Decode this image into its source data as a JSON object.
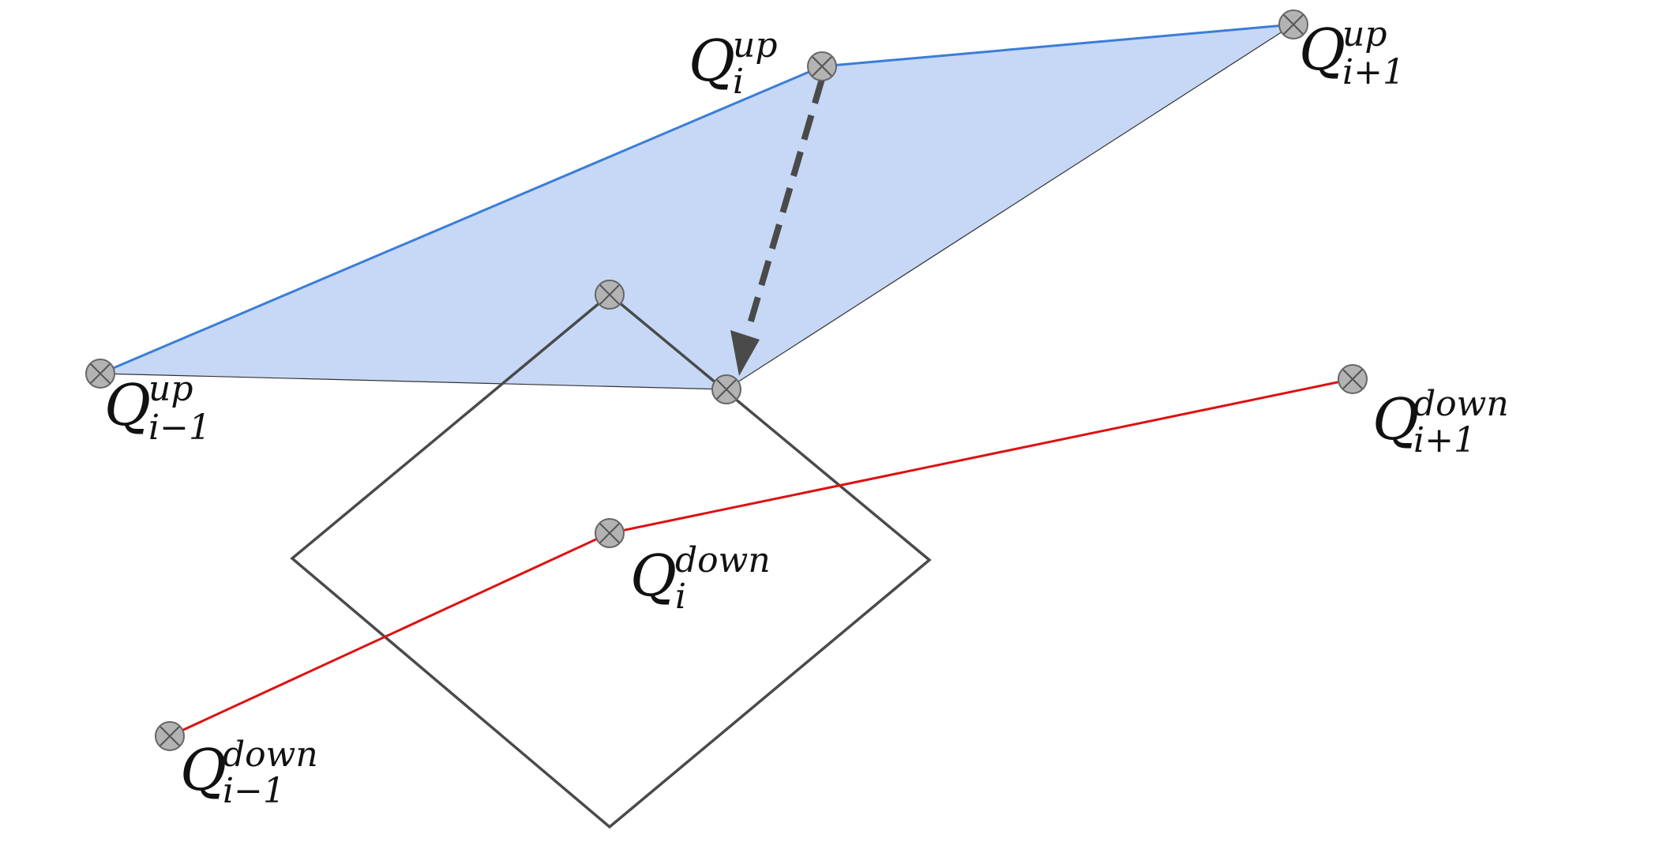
{
  "diagram": {
    "colors": {
      "fill_polygon": "#c6d8f5",
      "blue_line": "#3b7dd8",
      "red_line": "#dd1111",
      "square_stroke": "#4a4a4a",
      "arrow": "#4a4a4a",
      "node_fill": "#b3b3b3",
      "node_stroke": "#666666",
      "text": "#111111"
    },
    "labels": {
      "q_up_i_minus_1": {
        "symbol": "Q",
        "sup": "up",
        "sub": "i−1"
      },
      "q_up_i": {
        "symbol": "Q",
        "sup": "up",
        "sub": "i"
      },
      "q_up_i_plus_1": {
        "symbol": "Q",
        "sup": "up",
        "sub": "i+1"
      },
      "q_down_i_minus_1": {
        "symbol": "Q",
        "sup": "down",
        "sub": "i−1"
      },
      "q_down_i": {
        "symbol": "Q",
        "sup": "down",
        "sub": "i"
      },
      "q_down_i_plus_1": {
        "symbol": "Q",
        "sup": "down",
        "sub": "i+1"
      }
    }
  }
}
